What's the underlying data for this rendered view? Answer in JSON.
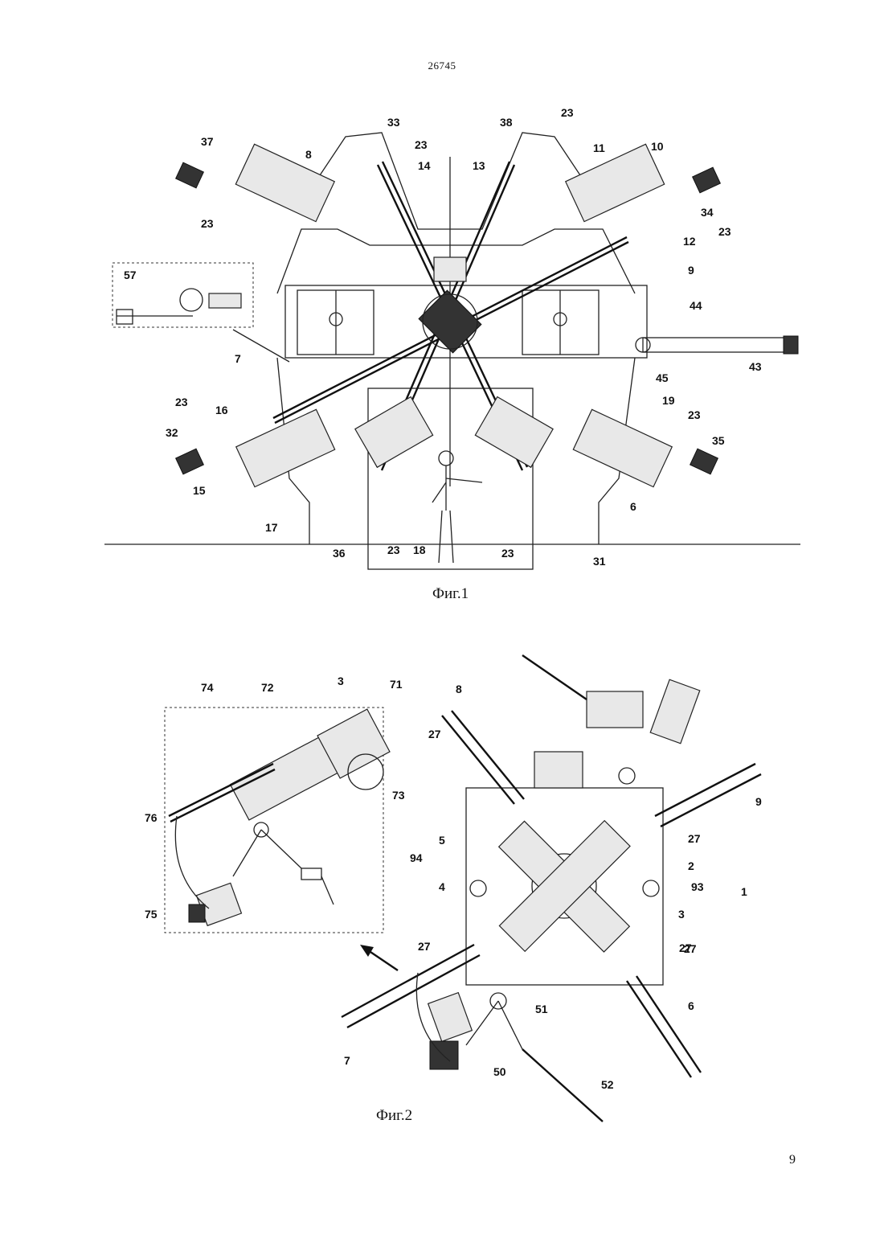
{
  "header": {
    "doc_number": "26745"
  },
  "footer": {
    "page_number": "9"
  },
  "figure1": {
    "caption": "Фиг.1",
    "labels": [
      "33",
      "23",
      "38",
      "23",
      "37",
      "8",
      "14",
      "13",
      "11",
      "10",
      "23",
      "34",
      "23",
      "12",
      "9",
      "57",
      "44",
      "43",
      "7",
      "45",
      "16",
      "19",
      "23",
      "23",
      "32",
      "35",
      "15",
      "6",
      "17",
      "36",
      "23",
      "18",
      "23",
      "31"
    ]
  },
  "figure2": {
    "caption": "Фиг.2",
    "labels": [
      "74",
      "72",
      "3",
      "71",
      "8",
      "27",
      "73",
      "27",
      "9",
      "76",
      "5",
      "27",
      "94",
      "2",
      "4",
      "93",
      "1",
      "75",
      "3",
      "27",
      "27",
      "51",
      "7",
      "6",
      "50",
      "52"
    ]
  }
}
